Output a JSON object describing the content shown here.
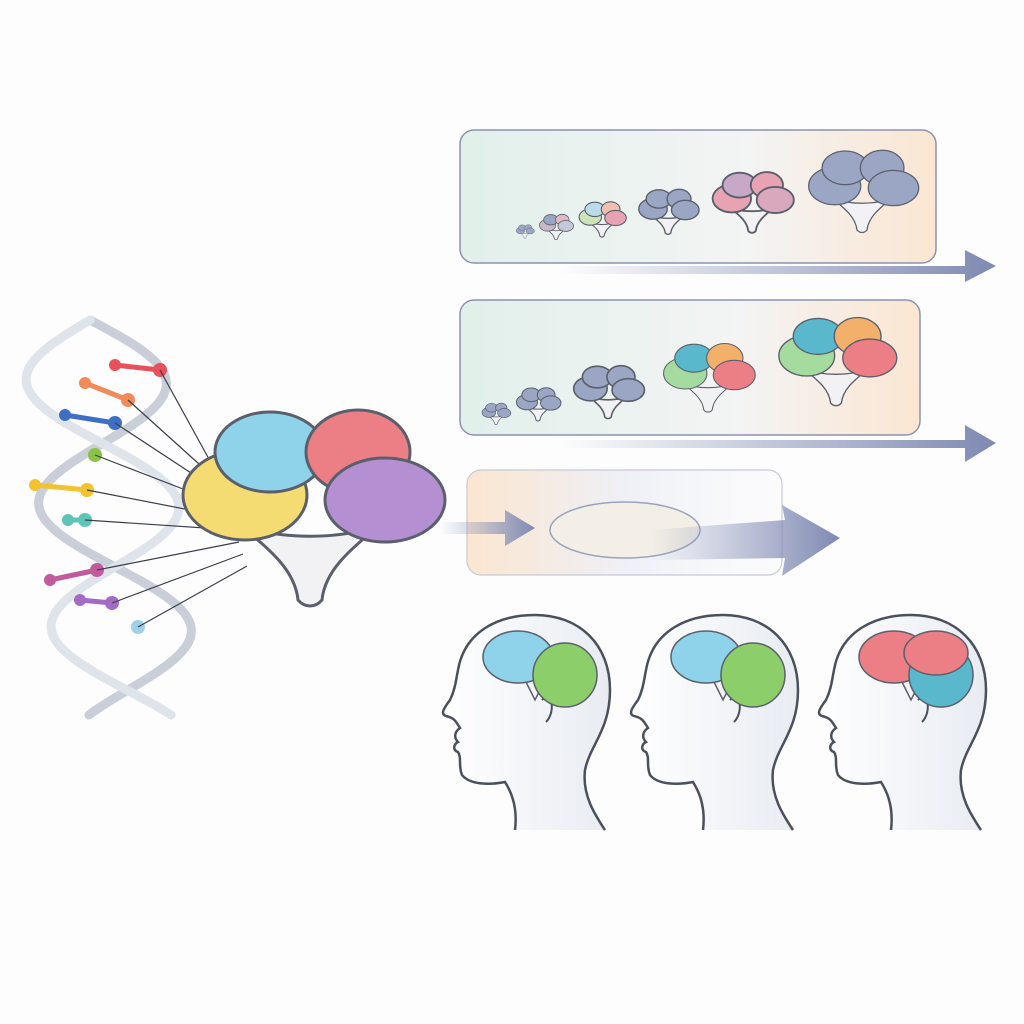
{
  "colors": {
    "background": "#fdfdfd",
    "outline": "#5a5f6b",
    "lobe_yellow": "#f5dc72",
    "lobe_blue": "#8fd3ea",
    "lobe_red": "#ec7f86",
    "lobe_purple": "#b48fd2",
    "lobe_green": "#8ccf6a",
    "lobe_teal": "#5ab8cc",
    "lobe_grey": "#9aa6c4",
    "lobe_pink": "#e8a3b3",
    "stem": "#f2f2f4",
    "arrow": "#8791b8",
    "panel_left": "#e3f1ea",
    "panel_right": "#fbe8d6",
    "dna": "#c9ced8"
  },
  "dna_markers": [
    "#e8505b",
    "#f28a5a",
    "#3f6fc4",
    "#8bc24a",
    "#f2c230",
    "#5fc4b8",
    "#c25a9e",
    "#a46bc4",
    "#9fd0ea"
  ],
  "panels": [
    {
      "brains": [
        "grey",
        "grey-pink",
        "multi-faded",
        "grey",
        "pink",
        "grey"
      ]
    },
    {
      "brains": [
        "grey",
        "grey",
        "grey",
        "multi",
        "multi"
      ]
    },
    {
      "brains": []
    }
  ],
  "heads": [
    {
      "upper": "lobe_blue",
      "lower": "lobe_green"
    },
    {
      "upper": "lobe_blue",
      "lower": "lobe_green"
    },
    {
      "upper": "lobe_red",
      "lower": "lobe_teal"
    }
  ]
}
